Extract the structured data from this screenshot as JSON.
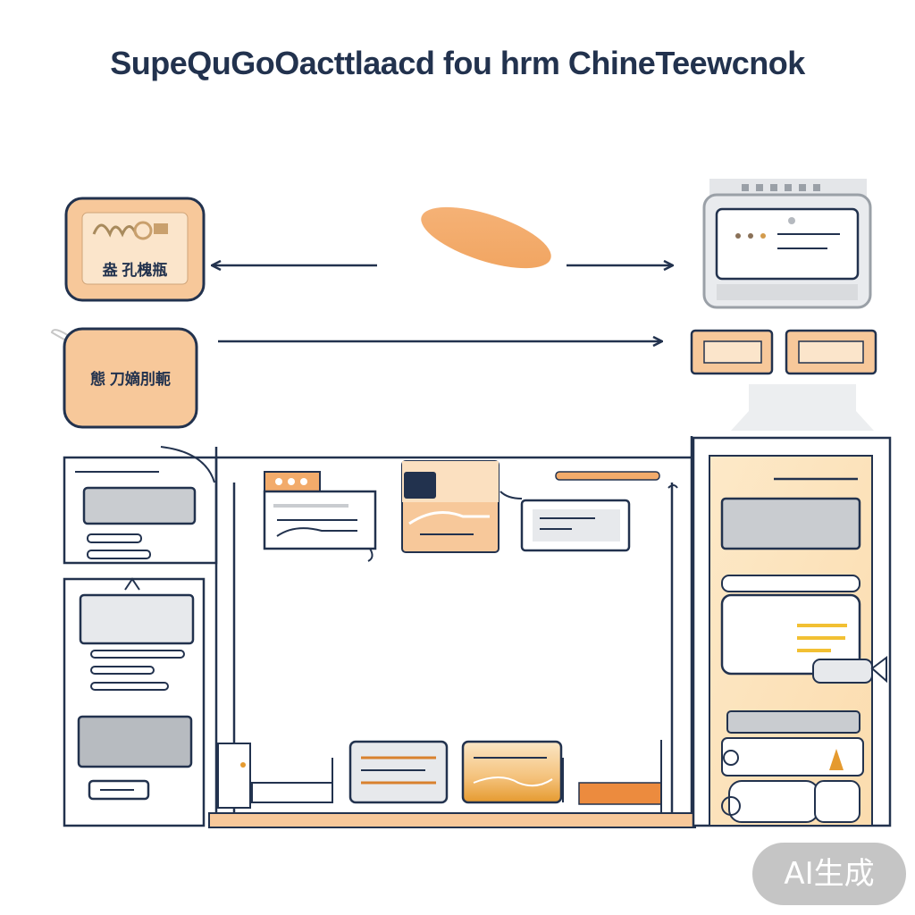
{
  "title": "SupeQuGoOacttlaacd fou hrm ChineTeewcnok",
  "nodes": {
    "top_left_label": "盎 孔槐瓶",
    "mid_left_label": "態 刀嫡刖軛"
  },
  "watermark": "AI生成",
  "colors": {
    "navy": "#22324e",
    "orange": "#f2ab6b",
    "peach": "#f7c89a",
    "cream": "#fbeccf",
    "gray": "#a9adb3",
    "light_gray": "#d9dbde"
  }
}
